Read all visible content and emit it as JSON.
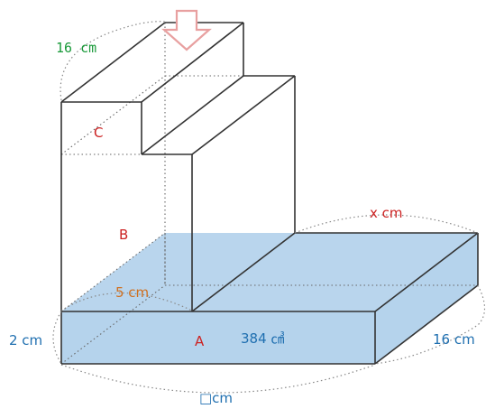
{
  "diagram": {
    "labels": {
      "part_a": "A",
      "part_b": "B",
      "part_c": "C",
      "volume": "384 ㎤",
      "top_width": "16 cm",
      "unknown_length": "x cm",
      "step": "5 cm",
      "height": "2 cm",
      "depth": "16 cm",
      "base_length": "□cm"
    },
    "colors": {
      "base_fill": "#b5d3ec",
      "arrow": "#e8a0a0",
      "part_label": "#cc2222",
      "dimension_blue": "#1f6fb0",
      "dimension_green": "#1a9a3a",
      "dimension_orange": "#d07020"
    },
    "icons": [
      "down-arrow-icon"
    ]
  }
}
